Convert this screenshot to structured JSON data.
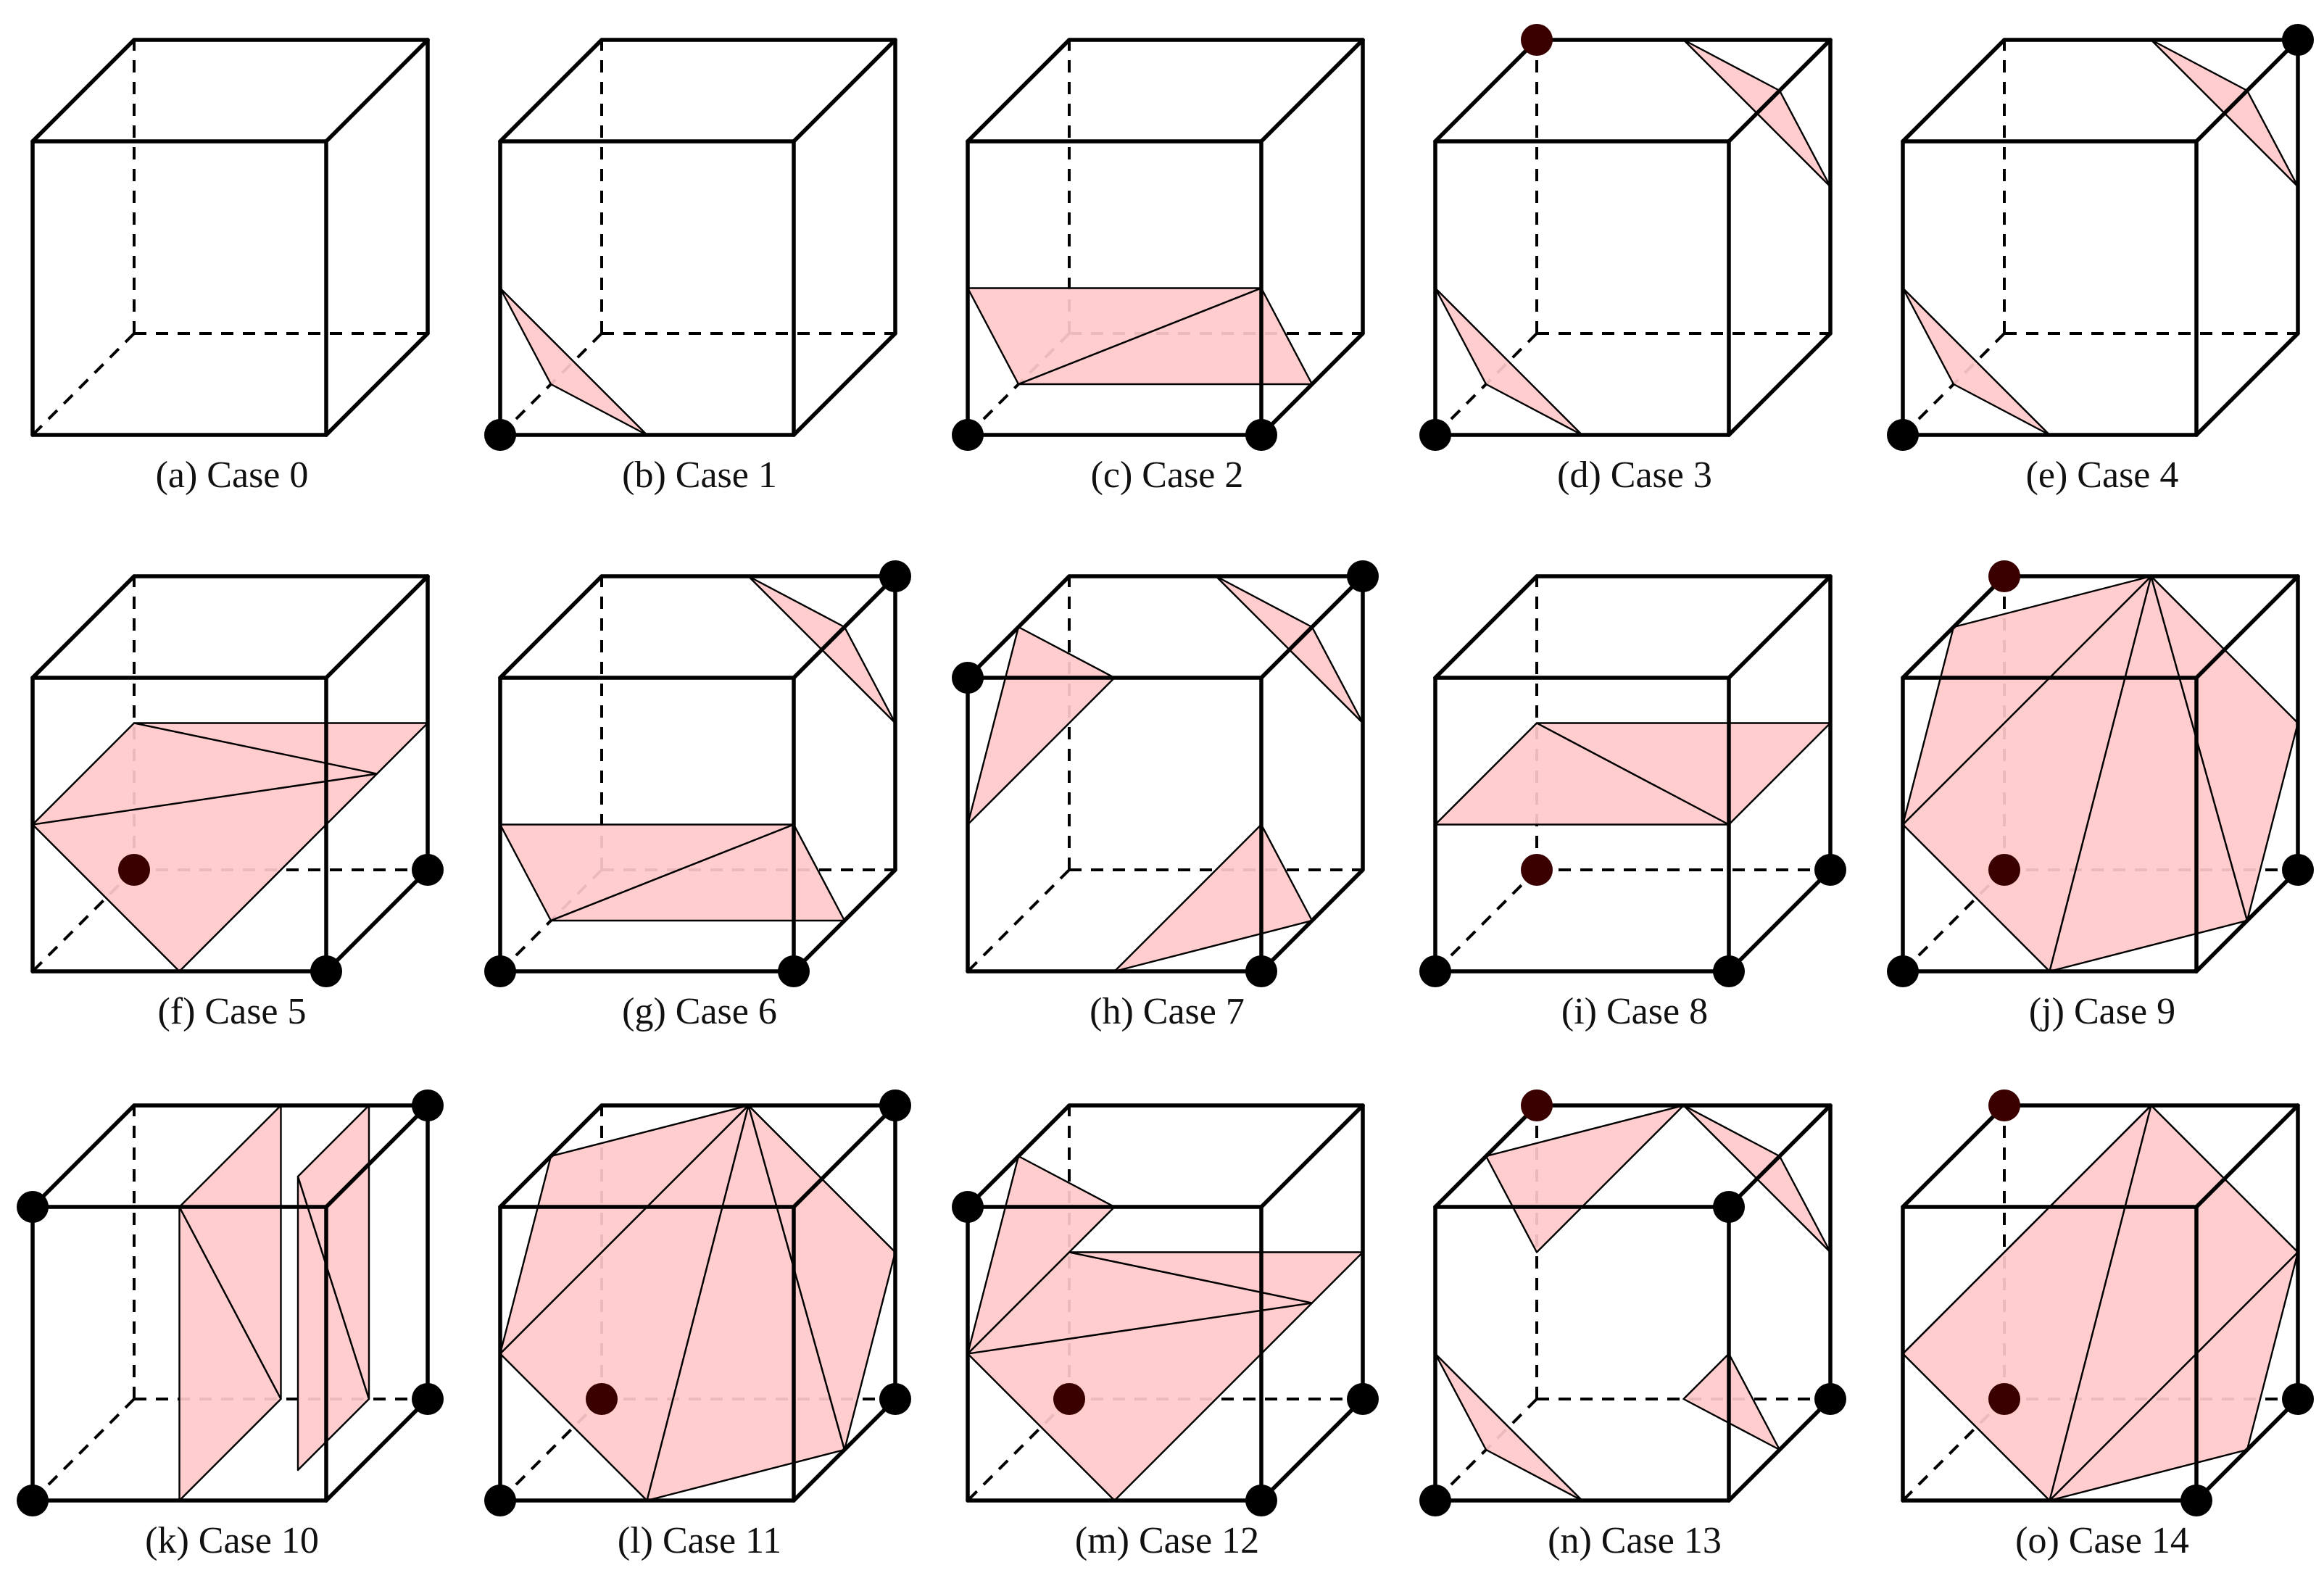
{
  "style": {
    "surface_fill": "#ffc9c9",
    "edge_color": "#000000",
    "vertex_color": "#000000",
    "hidden_vertex_color": "#3a0000",
    "background": "#ffffff"
  },
  "panels": [
    {
      "caption": "(a)  Case 0",
      "corners": [],
      "triangles": []
    },
    {
      "caption": "(b)  Case 1",
      "corners": [
        0
      ],
      "triangles": [
        [
          0.0,
          0.0,
          0.5,
          0.5,
          0.0,
          0.0,
          0.0,
          0.5,
          0.0
        ]
      ]
    },
    {
      "caption": "(c)  Case 2",
      "corners": [
        0,
        1
      ],
      "triangles": [
        [
          0.0,
          0.0,
          0.5,
          1.0,
          0.0,
          0.5,
          0.0,
          0.5,
          0.0
        ],
        [
          1.0,
          0.0,
          0.5,
          1.0,
          0.5,
          0.0,
          0.0,
          0.5,
          0.0
        ]
      ]
    },
    {
      "caption": "(d)  Case 3",
      "corners": [
        0,
        6
      ],
      "triangles": [
        [
          0.0,
          0.0,
          0.5,
          0.5,
          0.0,
          0.0,
          0.0,
          0.5,
          0.0
        ],
        [
          0.5,
          1.0,
          1.0,
          1.0,
          1.0,
          0.5,
          1.0,
          0.5,
          1.0
        ]
      ]
    },
    {
      "caption": "(e)  Case 4",
      "corners": [
        0,
        7
      ],
      "triangles": [
        [
          0.0,
          0.0,
          0.5,
          0.5,
          0.0,
          0.0,
          0.0,
          0.5,
          0.0
        ],
        [
          0.5,
          1.0,
          1.0,
          1.0,
          1.0,
          0.5,
          1.0,
          0.5,
          1.0
        ]
      ]
    },
    {
      "caption": "(f)  Case 5",
      "corners": [
        1,
        2,
        3
      ],
      "triangles": [
        [
          0.0,
          0.0,
          0.5,
          0.5,
          0.0,
          0.0,
          1.0,
          0.5,
          0.5
        ],
        [
          0.0,
          0.0,
          0.5,
          1.0,
          0.5,
          0.5,
          0.0,
          1.0,
          0.5
        ],
        [
          0.0,
          1.0,
          0.5,
          1.0,
          0.5,
          0.5,
          1.0,
          1.0,
          0.5
        ]
      ]
    },
    {
      "caption": "(g)  Case 6",
      "corners": [
        0,
        1,
        7
      ],
      "triangles": [
        [
          0.0,
          0.0,
          0.5,
          1.0,
          0.0,
          0.5,
          0.0,
          0.5,
          0.0
        ],
        [
          1.0,
          0.0,
          0.5,
          1.0,
          0.5,
          0.0,
          0.0,
          0.5,
          0.0
        ],
        [
          0.5,
          1.0,
          1.0,
          1.0,
          1.0,
          0.5,
          1.0,
          0.5,
          1.0
        ]
      ]
    },
    {
      "caption": "(h)  Case 7",
      "corners": [
        1,
        4,
        7
      ],
      "triangles": [
        [
          0.0,
          0.0,
          0.5,
          0.5,
          0.0,
          1.0,
          0.0,
          0.5,
          1.0
        ],
        [
          1.0,
          0.0,
          0.5,
          1.0,
          0.5,
          0.0,
          0.5,
          0.0,
          0.0
        ],
        [
          0.5,
          1.0,
          1.0,
          1.0,
          1.0,
          0.5,
          1.0,
          0.5,
          1.0
        ]
      ]
    },
    {
      "caption": "(i)  Case 8",
      "corners": [
        0,
        1,
        2,
        3
      ],
      "triangles": [
        [
          0.0,
          0.0,
          0.5,
          1.0,
          0.0,
          0.5,
          0.0,
          1.0,
          0.5
        ],
        [
          1.0,
          0.0,
          0.5,
          1.0,
          1.0,
          0.5,
          0.0,
          1.0,
          0.5
        ]
      ]
    },
    {
      "caption": "(j)  Case 9",
      "corners": [
        0,
        3,
        6,
        2
      ],
      "triangles": [
        [
          0.5,
          0.0,
          0.0,
          0.0,
          0.0,
          0.5,
          0.5,
          1.0,
          1.0
        ],
        [
          0.0,
          0.0,
          0.5,
          0.0,
          0.5,
          1.0,
          0.5,
          1.0,
          1.0
        ],
        [
          0.5,
          0.0,
          0.0,
          0.5,
          1.0,
          1.0,
          1.0,
          0.5,
          0.0
        ],
        [
          1.0,
          0.5,
          0.0,
          0.5,
          1.0,
          1.0,
          1.0,
          1.0,
          0.5
        ]
      ]
    },
    {
      "caption": "(k)  Case 10",
      "corners": [
        0,
        4,
        3,
        7
      ],
      "triangles": [
        [
          0.5,
          0.0,
          0.0,
          0.5,
          0.0,
          1.0,
          0.5,
          1.0,
          0.0
        ],
        [
          0.5,
          0.0,
          1.0,
          0.5,
          1.0,
          1.0,
          0.5,
          1.0,
          0.0
        ],
        [
          0.8,
          0.3,
          0.0,
          0.8,
          0.3,
          1.0,
          0.8,
          1.0,
          0.0
        ],
        [
          0.8,
          0.3,
          1.0,
          0.8,
          1.0,
          1.0,
          0.8,
          1.0,
          0.0
        ]
      ]
    },
    {
      "caption": "(l)  Case 11",
      "corners": [
        0,
        2,
        3,
        7
      ],
      "triangles": [
        [
          0.5,
          0.0,
          0.0,
          0.0,
          0.0,
          0.5,
          0.5,
          1.0,
          1.0
        ],
        [
          0.0,
          0.0,
          0.5,
          0.0,
          0.5,
          1.0,
          0.5,
          1.0,
          1.0
        ],
        [
          0.5,
          0.0,
          0.0,
          0.5,
          1.0,
          1.0,
          1.0,
          0.5,
          0.0
        ],
        [
          1.0,
          0.5,
          0.0,
          0.5,
          1.0,
          1.0,
          1.0,
          1.0,
          0.5
        ]
      ]
    },
    {
      "caption": "(m)  Case 12",
      "corners": [
        1,
        2,
        3,
        4
      ],
      "triangles": [
        [
          0.0,
          0.0,
          0.5,
          0.5,
          0.0,
          0.0,
          1.0,
          0.5,
          0.5
        ],
        [
          0.0,
          0.0,
          0.5,
          1.0,
          0.5,
          0.5,
          0.0,
          1.0,
          0.5
        ],
        [
          0.0,
          1.0,
          0.5,
          1.0,
          0.5,
          0.5,
          1.0,
          1.0,
          0.5
        ],
        [
          0.0,
          0.0,
          0.5,
          0.5,
          0.0,
          1.0,
          0.0,
          0.5,
          1.0
        ]
      ]
    },
    {
      "caption": "(n)  Case 13",
      "corners": [
        0,
        3,
        5,
        6
      ],
      "triangles": [
        [
          0.0,
          0.0,
          0.5,
          0.5,
          0.0,
          0.0,
          0.0,
          0.5,
          0.0
        ],
        [
          0.5,
          1.0,
          1.0,
          1.0,
          1.0,
          0.5,
          1.0,
          0.5,
          1.0
        ],
        [
          0.0,
          0.5,
          1.0,
          0.5,
          1.0,
          1.0,
          0.0,
          1.0,
          0.5
        ],
        [
          1.0,
          0.5,
          0.0,
          1.0,
          0.0,
          0.5,
          0.5,
          1.0,
          0.0
        ]
      ]
    },
    {
      "caption": "(o)  Case 14",
      "corners": [
        1,
        2,
        3,
        6
      ],
      "triangles": [
        [
          0.0,
          0.0,
          0.5,
          0.5,
          0.0,
          0.0,
          0.5,
          1.0,
          1.0
        ],
        [
          0.0,
          0.0,
          0.5,
          0.5,
          1.0,
          1.0,
          0.0,
          1.0,
          0.5
        ],
        [
          0.5,
          0.0,
          0.0,
          1.0,
          1.0,
          0.5,
          0.5,
          1.0,
          1.0
        ],
        [
          0.5,
          0.0,
          0.0,
          1.0,
          0.5,
          0.0,
          1.0,
          1.0,
          0.5
        ]
      ]
    }
  ]
}
